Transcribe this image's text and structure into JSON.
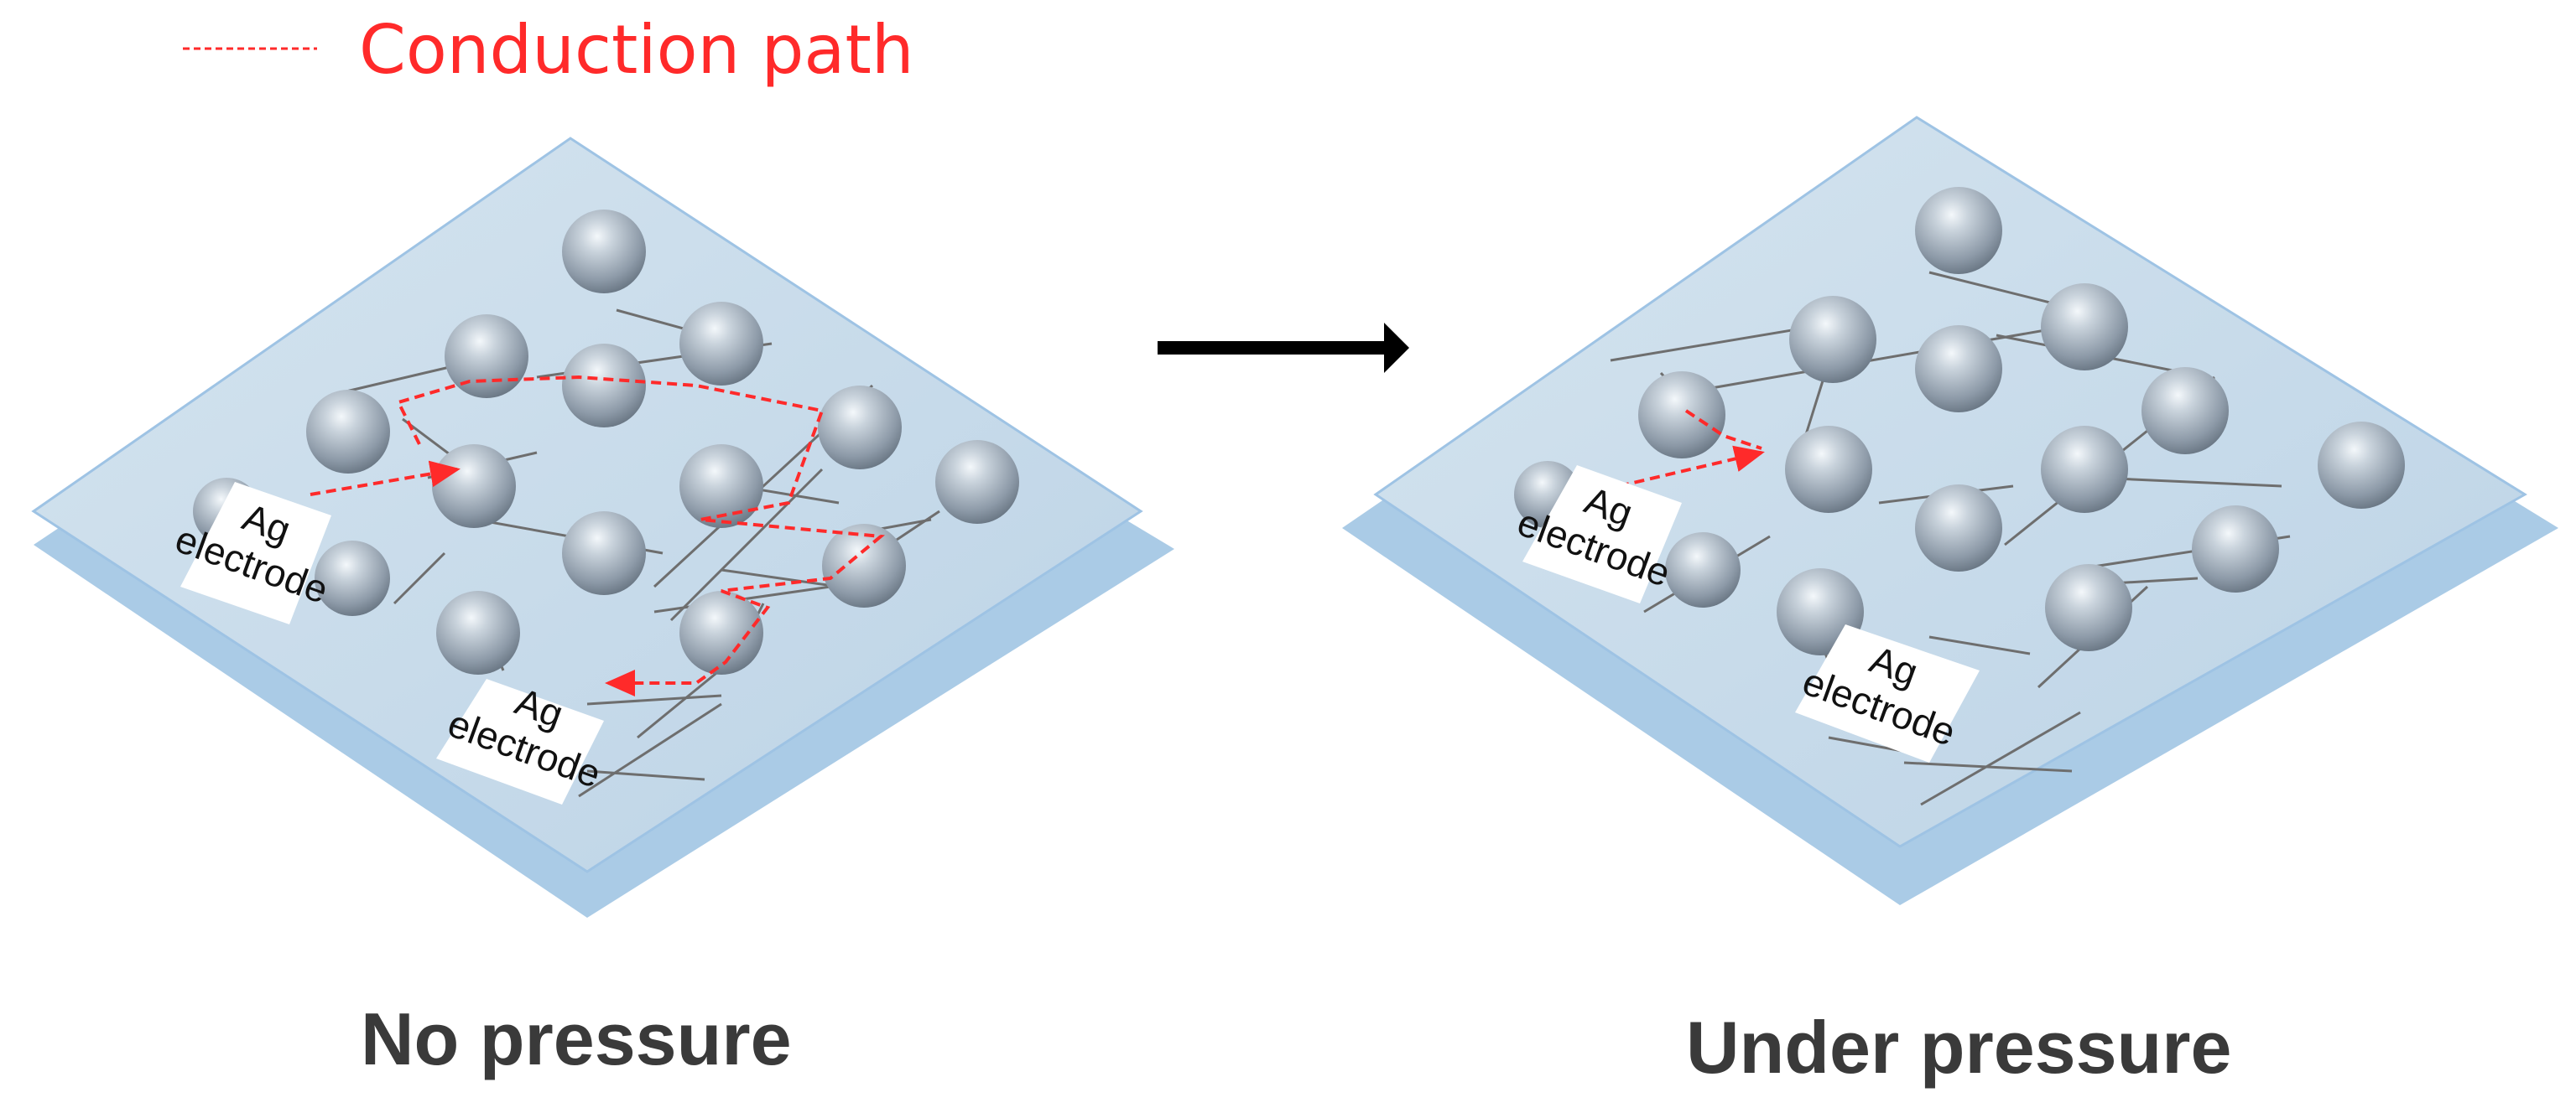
{
  "legend": {
    "label": "Conduction path",
    "color": "#ff2a2a"
  },
  "panels": [
    {
      "caption": "No pressure",
      "electrode_text": [
        "Ag",
        "electrode"
      ]
    },
    {
      "caption": "Under pressure",
      "electrode_text": [
        "Ag",
        "electrode"
      ]
    }
  ],
  "colors": {
    "film_top": "#c6d9e8",
    "film_bottom": "#a8cbe8",
    "film_edge": "#8fc0e6",
    "sphere": "#9aa8b6",
    "fiber": "#6a6a6a",
    "path": "#ff2a2a",
    "caption": "#3a3a3a",
    "arrow": "#000000"
  }
}
